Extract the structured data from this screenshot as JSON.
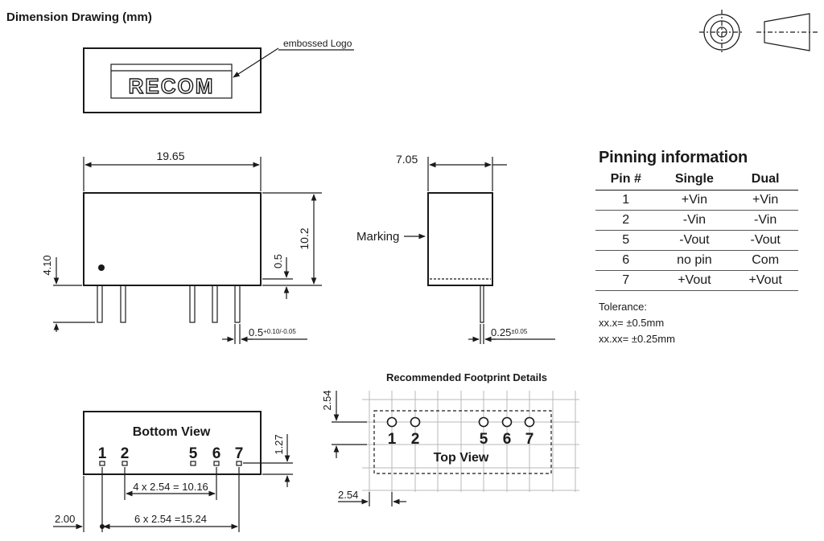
{
  "title": "Dimension Drawing (mm)",
  "logo": {
    "text": "RECOM",
    "callout": "embossed Logo"
  },
  "front_view": {
    "width_label": "19.65",
    "height_label": "10.2",
    "standoff_label": "0.5",
    "pin_length_label": "4.10",
    "pin_width_label": "0.5",
    "pin_width_tol": "+0.10/-0.05"
  },
  "side_view": {
    "width_label": "7.05",
    "marking_label": "Marking",
    "pin_width_label": "0.25",
    "pin_width_tol": "±0.05"
  },
  "pinning": {
    "title": "Pinning information",
    "headers": [
      "Pin #",
      "Single",
      "Dual"
    ],
    "rows": [
      [
        "1",
        "+Vin",
        "+Vin"
      ],
      [
        "2",
        "-Vin",
        "-Vin"
      ],
      [
        "5",
        "-Vout",
        "-Vout"
      ],
      [
        "6",
        "no pin",
        "Com"
      ],
      [
        "7",
        "+Vout",
        "+Vout"
      ]
    ]
  },
  "tolerance": {
    "title": "Tolerance:",
    "line1": "xx.x= ±0.5mm",
    "line2": "xx.xx= ±0.25mm"
  },
  "bottom_view": {
    "title": "Bottom View",
    "pins": [
      "1",
      "2",
      "5",
      "6",
      "7"
    ],
    "row_offset_label": "1.27",
    "span_label_1": "4 x 2.54 = 10.16",
    "span_label_2": "6 x 2.54 =15.24",
    "edge_label": "2.00"
  },
  "footprint": {
    "title": "Recommended Footprint Details",
    "view_label": "Top View",
    "pins": [
      "1",
      "2",
      "5",
      "6",
      "7"
    ],
    "grid_v_label": "2.54",
    "grid_h_label": "2.54"
  }
}
